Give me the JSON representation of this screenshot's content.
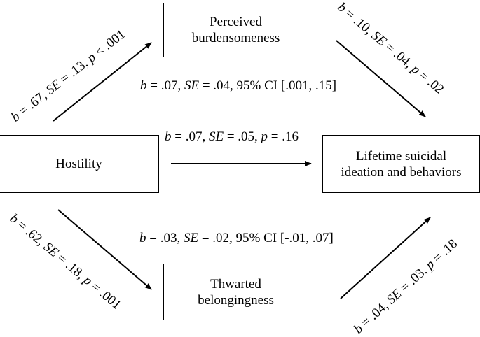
{
  "nodes": {
    "hostility": {
      "label": "Hostility"
    },
    "burden": {
      "line1": "Perceived",
      "line2": "burdensomeness"
    },
    "belong": {
      "line1": "Thwarted",
      "line2": "belongingness"
    },
    "outcome": {
      "line1": "Lifetime suicidal",
      "line2": "ideation and behaviors"
    }
  },
  "paths": {
    "a1": [
      {
        "t": "b",
        "i": true
      },
      {
        "t": " = .67, "
      },
      {
        "t": "SE",
        "i": true
      },
      {
        "t": " = .13, "
      },
      {
        "t": "p",
        "i": true
      },
      {
        "t": " < .001"
      }
    ],
    "b1": [
      {
        "t": "b",
        "i": true
      },
      {
        "t": " = .10, "
      },
      {
        "t": "SE",
        "i": true
      },
      {
        "t": " = .04, "
      },
      {
        "t": "p",
        "i": true
      },
      {
        "t": " = .02"
      }
    ],
    "a2": [
      {
        "t": "b",
        "i": true
      },
      {
        "t": " = .62, "
      },
      {
        "t": "SE",
        "i": true
      },
      {
        "t": " = .18, "
      },
      {
        "t": "p",
        "i": true
      },
      {
        "t": " = .001"
      }
    ],
    "b2": [
      {
        "t": "b",
        "i": true
      },
      {
        "t": " = .04, "
      },
      {
        "t": "SE",
        "i": true
      },
      {
        "t": " = .03, "
      },
      {
        "t": "p",
        "i": true
      },
      {
        "t": " = .18"
      }
    ],
    "direct": [
      {
        "t": "b",
        "i": true
      },
      {
        "t": " = .07, "
      },
      {
        "t": "SE",
        "i": true
      },
      {
        "t": " = .05, "
      },
      {
        "t": "p",
        "i": true
      },
      {
        "t": " = .16"
      }
    ],
    "indirect1": [
      {
        "t": "b",
        "i": true
      },
      {
        "t": " = .07, "
      },
      {
        "t": "SE",
        "i": true
      },
      {
        "t": " = .04, 95% CI [.001, .15]"
      }
    ],
    "indirect2": [
      {
        "t": "b",
        "i": true
      },
      {
        "t": " = .03, "
      },
      {
        "t": "SE",
        "i": true
      },
      {
        "t": " = .02, 95% CI [-.01, .07]"
      }
    ]
  }
}
